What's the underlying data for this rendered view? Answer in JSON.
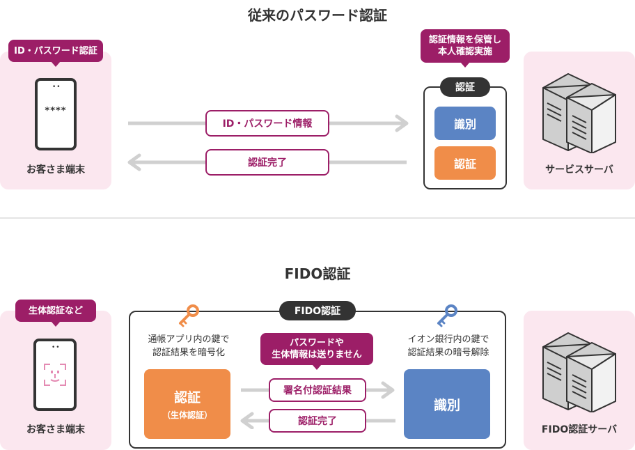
{
  "top": {
    "title": "従来のパスワード認証",
    "client_bubble": "ID・パスワード認証",
    "phone_code": "****",
    "client_label": "お客さま端末",
    "arrow_send_label": "ID・パスワード情報",
    "arrow_return_label": "認証完了",
    "server_bubble_line1": "認証情報を保管し",
    "server_bubble_line2": "本人確認実施",
    "auth_tag": "認証",
    "identify_box": "識別",
    "auth_box": "認証",
    "server_label": "サービスサーバ"
  },
  "bottom": {
    "title": "FIDO認証",
    "client_bubble": "生体認証など",
    "client_label": "お客さま端末",
    "fido_tag": "FIDO認証",
    "left_text_line1": "通帳アプリ内の鍵で",
    "left_text_line2": "認証結果を暗号化",
    "right_text_line1": "イオン銀行内の鍵で",
    "right_text_line2": "認証結果の暗号解除",
    "middle_bubble_line1": "パスワードや",
    "middle_bubble_line2": "生体情報は送りません",
    "auth_box": "認証",
    "auth_box_sub": "（生体認証）",
    "arrow_send_label": "署名付認証結果",
    "arrow_return_label": "認証完了",
    "identify_box": "識別",
    "server_label": "FIDO認証サーバ"
  },
  "colors": {
    "magenta": "#9c1e67",
    "pink_bg": "#fbe7ef",
    "blue": "#5b84c4",
    "orange": "#f08d49",
    "dark": "#333333",
    "arrow_gray": "#d0d0d0"
  }
}
